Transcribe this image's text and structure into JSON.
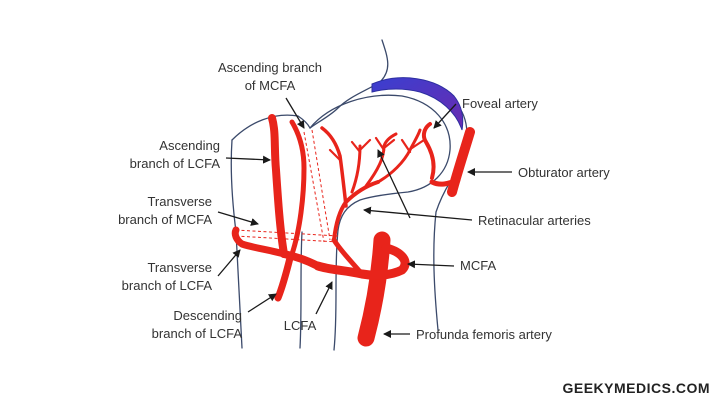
{
  "labels": {
    "asc_mcfa_line1": "Ascending branch",
    "asc_mcfa_line2": "of MCFA",
    "asc_lcfa_line1": "Ascending",
    "asc_lcfa_line2": "branch of LCFA",
    "trans_mcfa_line1": "Transverse",
    "trans_mcfa_line2": "branch of MCFA",
    "trans_lcfa_line1": "Transverse",
    "trans_lcfa_line2": "branch of LCFA",
    "desc_lcfa_line1": "Descending",
    "desc_lcfa_line2": "branch of LCFA",
    "lcfa": "LCFA",
    "foveal": "Foveal artery",
    "obturator": "Obturator artery",
    "retinacular": "Retinacular arteries",
    "mcfa": "MCFA",
    "profunda": "Profunda femoris artery"
  },
  "brand": "GEEKYMEDICS.COM",
  "colors": {
    "artery": "#e8241b",
    "cartilage_blue": "#3a3fd0",
    "cartilage_purple": "#6a2bb0",
    "outline": "#3b4a6b"
  }
}
